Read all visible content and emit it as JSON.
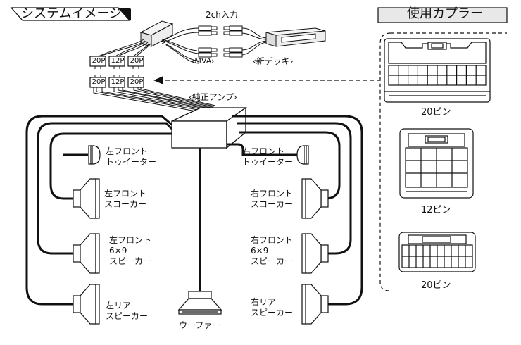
{
  "titles": {
    "system": "システムイメージ",
    "couplers": "使用カプラー"
  },
  "head_unit": {
    "input": "2ch入力",
    "mva": "‹MVA›",
    "new_deck": "‹新デッキ›",
    "connectors_top": [
      "20P",
      "12P",
      "20P"
    ],
    "connectors_bottom": [
      "20P",
      "12P",
      "20P"
    ]
  },
  "amp": {
    "label": "‹純正アンプ›"
  },
  "speakers": {
    "left_front_tweeter": "左フロント\nトゥイーター",
    "left_front_squawker": "左フロント\nスコーカー",
    "left_front_6x9": "左フロント\n6×9\nスピーカー",
    "left_rear": "左リア\nスピーカー",
    "right_front_tweeter": "右フロント\nトゥイーター",
    "right_front_squawker": "右フロント\nスコーカー",
    "right_front_6x9": "右フロント\n6×9\nスピーカー",
    "right_rear": "右リア\nスピーカー",
    "woofer": "ウーファー"
  },
  "couplers": {
    "pin20_a": "20ピン",
    "pin12": "12ピン",
    "pin20_b": "20ピン"
  }
}
